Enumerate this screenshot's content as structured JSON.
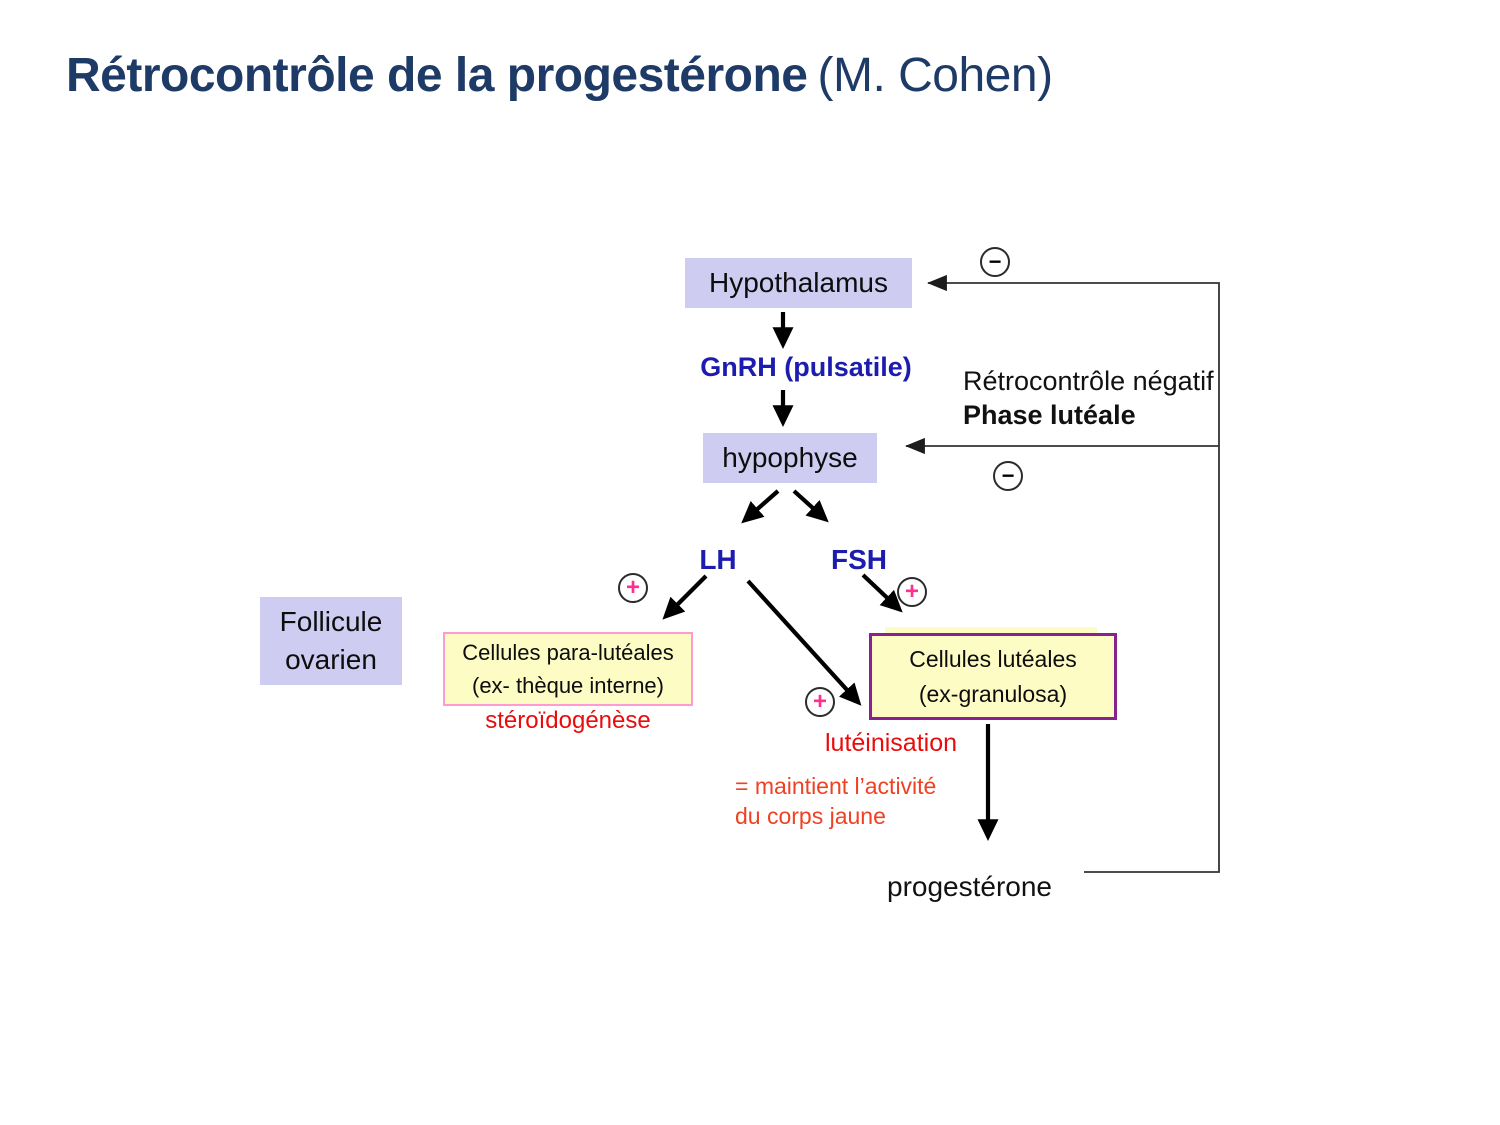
{
  "title": {
    "main": "Rétrocontrôle de la progestérone",
    "suffix": "(M. Cohen)"
  },
  "nodes": {
    "hypothalamus": "Hypothalamus",
    "hypophyse": "hypophyse",
    "follicule": {
      "line1": "Follicule",
      "line2": "ovarien"
    },
    "para_luteales": {
      "line1": "Cellules para-lutéales",
      "line2": "(ex- thèque interne)"
    },
    "luteales": {
      "line1": "Cellules lutéales",
      "line2": "(ex-granulosa)"
    }
  },
  "labels": {
    "gnrh": "GnRH (pulsatile)",
    "lh": "LH",
    "fsh": "FSH",
    "retrocontrole": "Rétrocontrôle négatif",
    "phase": "Phase lutéale",
    "steroidogenese": "stéroïdogénèse",
    "luteinisation": "lutéinisation",
    "maintient_line1": "= maintient l’activité",
    "maintient_line2": "du corps jaune",
    "progesterone": "progestérone"
  },
  "signs": {
    "plus": "+",
    "minus": "−"
  },
  "colors": {
    "title_navy": "#1e3a66",
    "hormone_blue": "#1c1cae",
    "node_lavender": "#cfccf1",
    "cell_yellow": "#fcfcc4",
    "pink_border": "#ff9bd0",
    "purple_border": "#8a2190",
    "annotation_red": "#e80c0c",
    "annotation_orange": "#ef4123",
    "plus_pink": "#ff2f92"
  }
}
